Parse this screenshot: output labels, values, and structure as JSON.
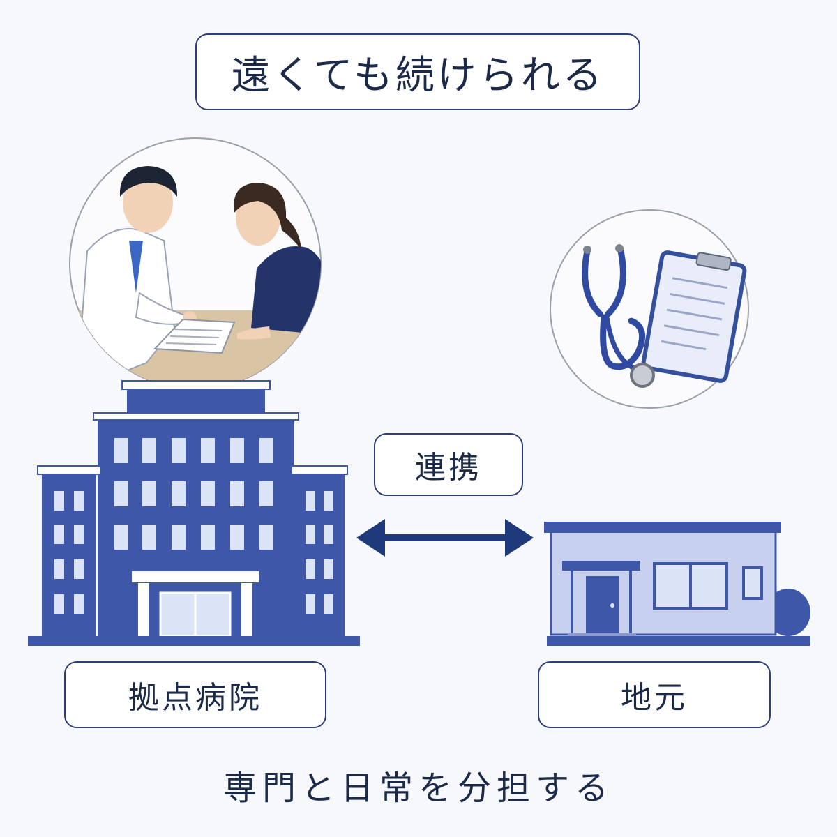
{
  "title": "遠くても続けられる",
  "link_label": "連携",
  "base_hospital_label": "拠点病院",
  "local_label": "地元",
  "caption": "専門と日常を分担する",
  "colors": {
    "navy": "#2c3e7a",
    "hospital_blue": "#3f57a8",
    "window_light": "#dbe4f7",
    "clinic_fill": "#c7d0ef",
    "arrow": "#1e3a7a"
  },
  "icons": [
    "doctor-nurse-consultation-illustration",
    "stethoscope-icon",
    "clipboard-icon",
    "hospital-building-icon",
    "clinic-building-icon",
    "double-arrow-icon"
  ]
}
